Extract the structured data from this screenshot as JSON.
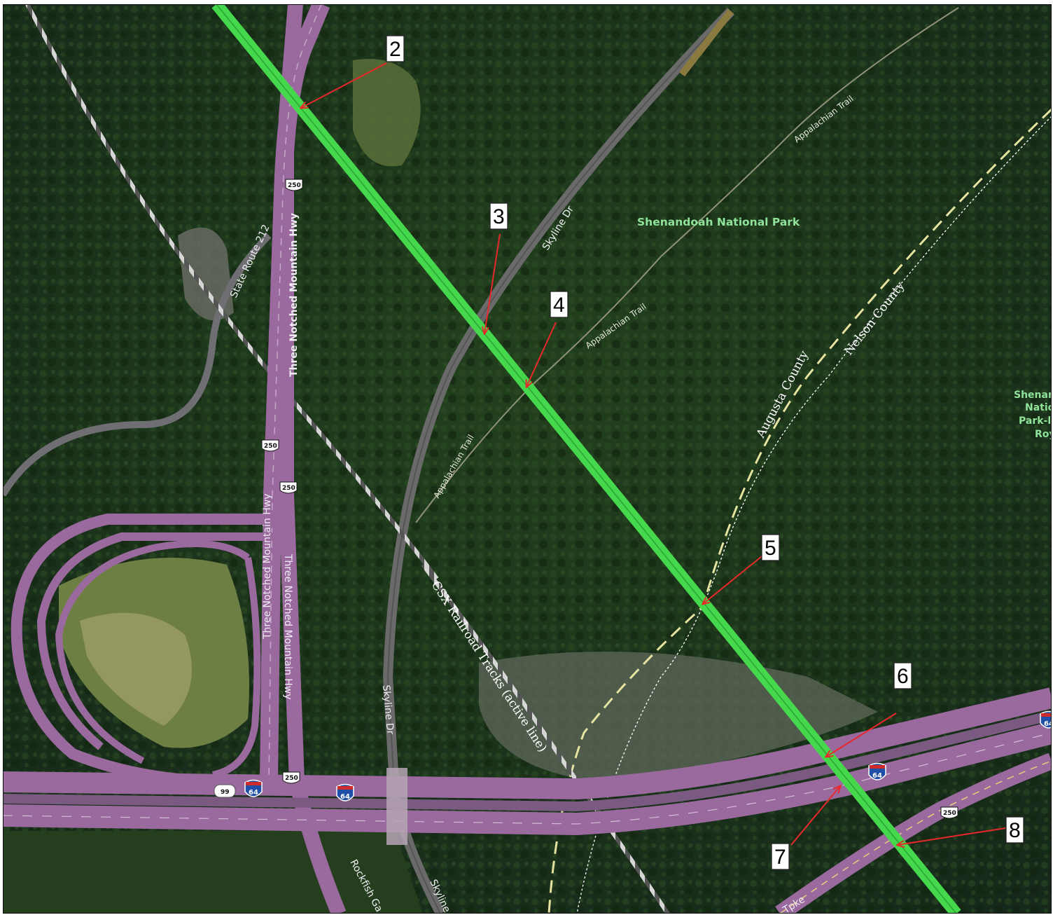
{
  "labels": {
    "park": "Shenandoah National Park",
    "park_partial": [
      "Shenan",
      "Natio",
      "Park-l",
      "Roy"
    ],
    "appalachian_trail": "Appalachian Trail",
    "skyline_dr": "Skyline Dr",
    "skyline_cut": "Skyline",
    "state_route": "State Route 212",
    "three_notched": "Three Notched Mountain Hwy",
    "augusta": "Augusta County",
    "nelson": "Nelson County",
    "csx": "CSX Railroad Tracks (active line)",
    "rockfish": "Rockfish Ga",
    "tpke": "Tpke"
  },
  "shields": {
    "us250": "250",
    "i64": "64",
    "exit99": "99"
  },
  "markers": [
    "2",
    "3",
    "4",
    "5",
    "6",
    "7",
    "8"
  ],
  "colors": {
    "forest": "#1d3519",
    "transmission_line": "#46d84c",
    "highway": "#9a6a9e",
    "arrow": "#e8282b",
    "park_label": "#8fe39a",
    "county_line": "#e6e3a0"
  }
}
